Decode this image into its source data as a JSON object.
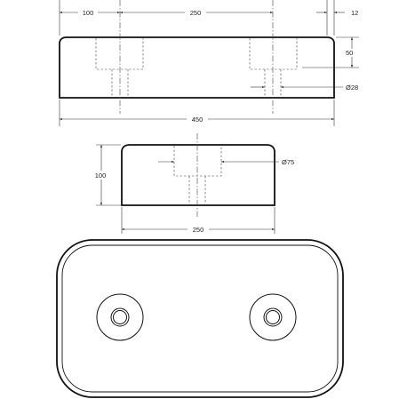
{
  "drawing": {
    "side_view": {
      "dim_left_spacing": "100",
      "dim_hole_spacing": "250",
      "dim_chamfer": "12",
      "dim_height": "50",
      "dim_bore": "Ø28",
      "dim_overall_length": "450"
    },
    "end_view": {
      "dim_counterbore": "Ø75",
      "dim_height": "100",
      "dim_width": "250"
    },
    "plan_view": {
      "hole_count": 2
    }
  }
}
